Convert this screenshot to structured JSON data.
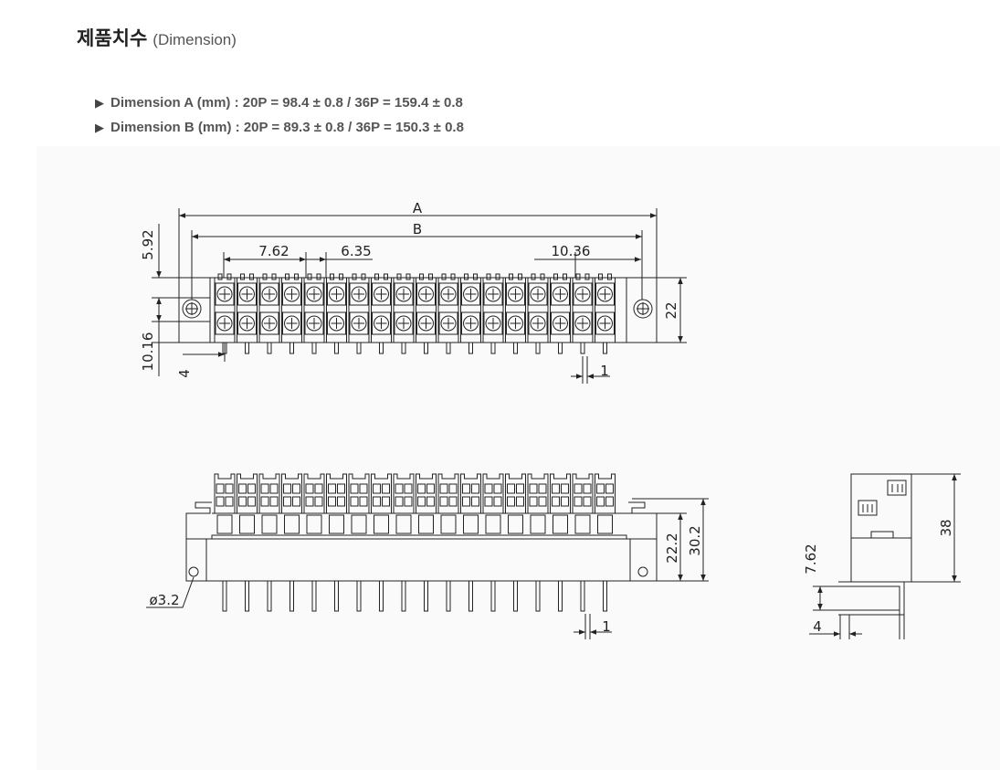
{
  "heading": {
    "korean": "제품치수",
    "english": "(Dimension)"
  },
  "specs": [
    {
      "marker": "▶",
      "text": "Dimension A (mm) : 20P = 98.4 ± 0.8 / 36P = 159.4 ± 0.8"
    },
    {
      "marker": "▶",
      "text": "Dimension B (mm) : 20P = 89.3 ± 0.8 / 36P = 150.3 ± 0.8"
    }
  ],
  "labels": {
    "a": "A",
    "b": "B",
    "pitch_762": "7.62",
    "pitch_635": "6.35",
    "pitch_1036": "10.36",
    "dim_592": "5.92",
    "dim_1016": "10.16",
    "dim_4": "4",
    "dim_1": "1",
    "dim_22": "22",
    "dim_222": "22.2",
    "dim_302": "30.2",
    "dim_phi": "ø3.2",
    "dim_1b": "1",
    "dim_38": "38",
    "dim_762b": "7.62",
    "dim_4b": "4"
  },
  "colors": {
    "line": "#222222",
    "panel": "#fafafa",
    "text": "#333333"
  }
}
